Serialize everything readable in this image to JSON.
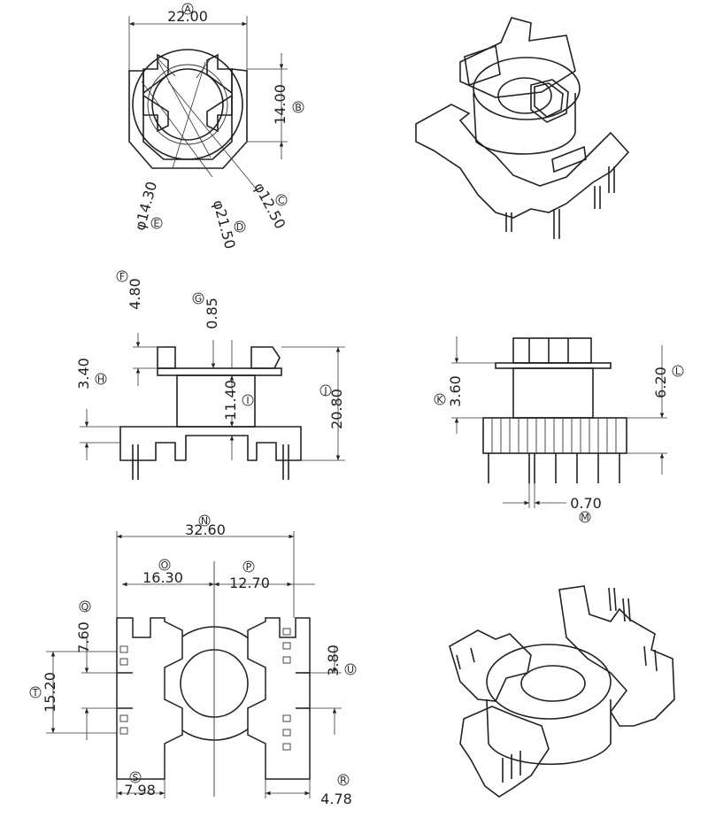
{
  "dimensions": [
    {
      "letter": "A",
      "value": "22.00"
    },
    {
      "letter": "B",
      "value": "14.00"
    },
    {
      "letter": "C",
      "value": "φ12.50"
    },
    {
      "letter": "D",
      "value": "φ21.50"
    },
    {
      "letter": "E",
      "value": "φ14.30"
    },
    {
      "letter": "F",
      "value": "4.80"
    },
    {
      "letter": "G",
      "value": "0.85"
    },
    {
      "letter": "H",
      "value": "3.40"
    },
    {
      "letter": "I",
      "value": "11.40"
    },
    {
      "letter": "J",
      "value": "20.80"
    },
    {
      "letter": "K",
      "value": "3.60"
    },
    {
      "letter": "L",
      "value": "6.20"
    },
    {
      "letter": "M",
      "value": "0.70"
    },
    {
      "letter": "N",
      "value": "32.60"
    },
    {
      "letter": "O",
      "value": "16.30"
    },
    {
      "letter": "P",
      "value": "12.70"
    },
    {
      "letter": "Q",
      "value": "7.60"
    },
    {
      "letter": "T",
      "value": "15.20"
    },
    {
      "letter": "U",
      "value": "3.80"
    },
    {
      "letter": "S",
      "value": "7.98"
    },
    {
      "letter": "R",
      "value": "4.78"
    }
  ]
}
